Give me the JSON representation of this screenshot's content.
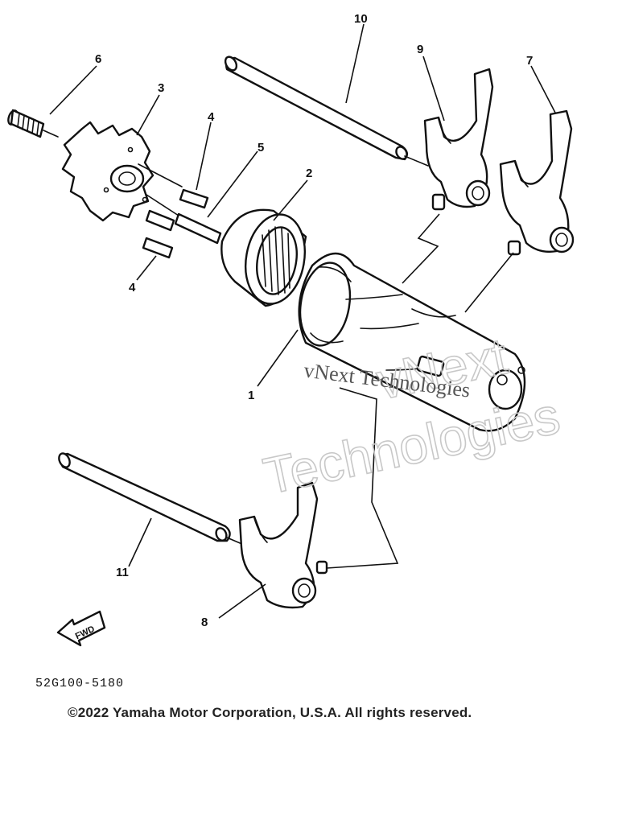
{
  "callouts": {
    "n1": "1",
    "n2": "2",
    "n3": "3",
    "n4a": "4",
    "n4b": "4",
    "n5": "5",
    "n6": "6",
    "n7": "7",
    "n8": "8",
    "n9": "9",
    "n10": "10",
    "n11": "11"
  },
  "fwd_label": "FWD",
  "part_code": "52G100-5180",
  "copyright": "©2022 Yamaha Motor Corporation, U.S.A. All rights reserved.",
  "watermark": {
    "outline_line1": "vNext",
    "outline_line2": "Technologies",
    "serif_text": "vNext Technologies"
  }
}
